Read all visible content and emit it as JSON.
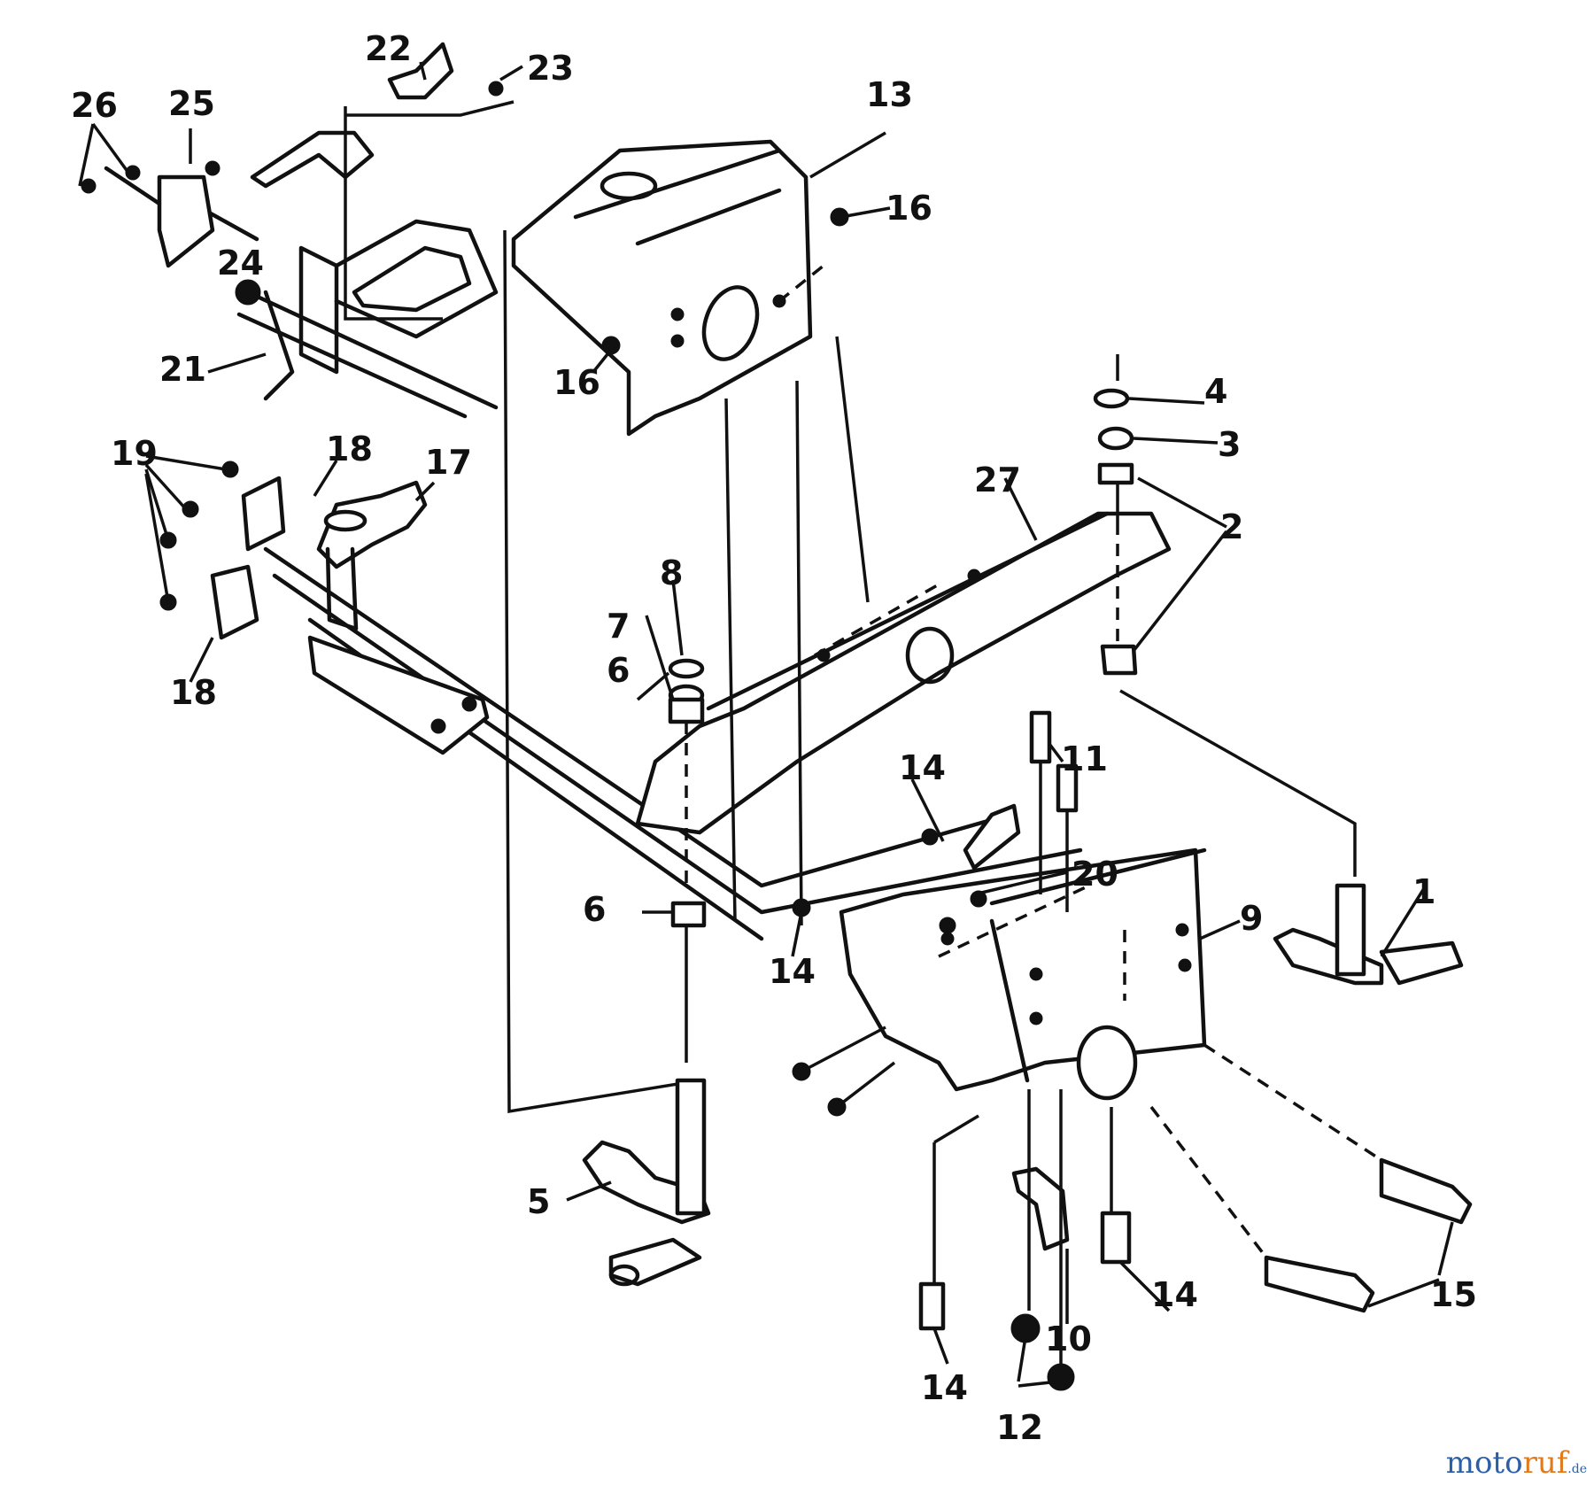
{
  "labels": {
    "l1": "1",
    "l2": "2",
    "l3": "3",
    "l4": "4",
    "l5": "5",
    "l6a": "6",
    "l6b": "6",
    "l7": "7",
    "l8": "8",
    "l9": "9",
    "l10": "10",
    "l11": "11",
    "l12": "12",
    "l13": "13",
    "l14a": "14",
    "l14b": "14",
    "l14c": "14",
    "l14d": "14",
    "l15": "15",
    "l16a": "16",
    "l16b": "16",
    "l17": "17",
    "l18a": "18",
    "l18b": "18",
    "l19": "19",
    "l20": "20",
    "l21": "21",
    "l22": "22",
    "l23": "23",
    "l24": "24",
    "l25": "25",
    "l26": "26",
    "l27": "27"
  },
  "watermark": {
    "part1": "moto",
    "part2": "ruf",
    "part3": ".de"
  }
}
